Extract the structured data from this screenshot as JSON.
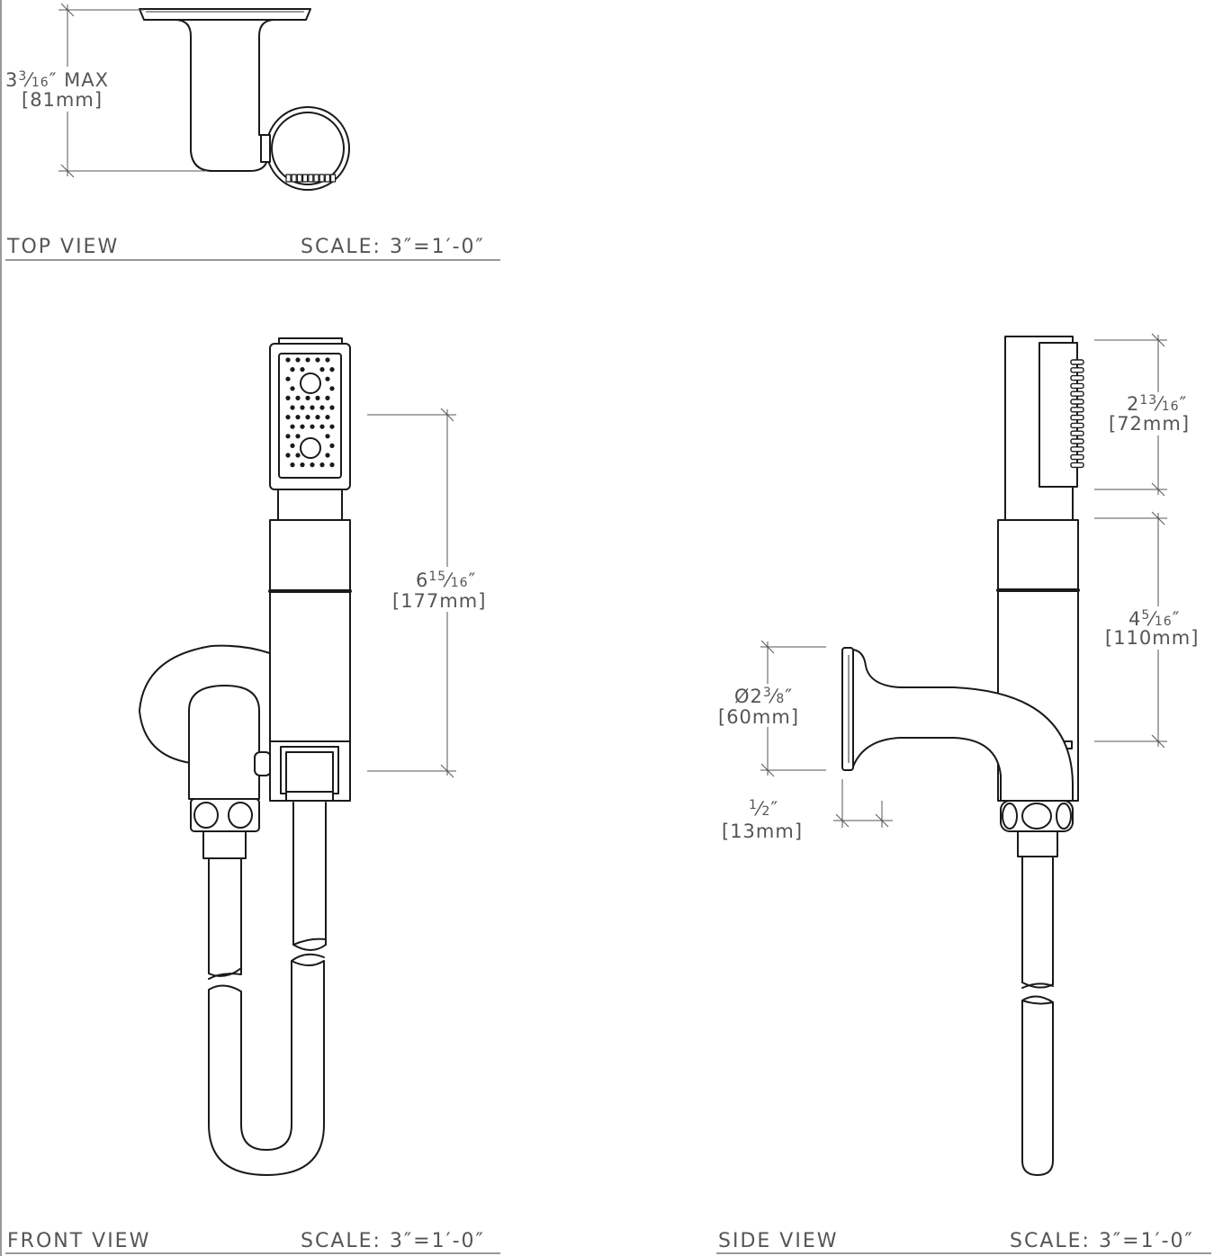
{
  "views": {
    "top": {
      "title": "TOP VIEW",
      "scale": "SCALE: 3″=1′-0″"
    },
    "front": {
      "title": "FRONT VIEW",
      "scale": "SCALE: 3″=1′-0″"
    },
    "side": {
      "title": "SIDE VIEW",
      "scale": "SCALE: 3″=1′-0″"
    }
  },
  "dimensions": {
    "top_depth": {
      "whole": "3",
      "num": "3",
      "den": "16",
      "suffix": "″ MAX",
      "metric": "[81mm]"
    },
    "front_length": {
      "whole": "6",
      "num": "15",
      "den": "16",
      "suffix": "″",
      "metric": "[177mm]"
    },
    "side_head": {
      "whole": "2",
      "num": "13",
      "den": "16",
      "suffix": "″",
      "metric": "[72mm]"
    },
    "side_handle": {
      "whole": "4",
      "num": "5",
      "den": "16",
      "suffix": "″",
      "metric": "[110mm]"
    },
    "side_flange_dia": {
      "whole": "Ø2",
      "num": "3",
      "den": "8",
      "suffix": "″",
      "metric": "[60mm]"
    },
    "side_flange_depth": {
      "whole": "",
      "num": "1",
      "den": "2",
      "suffix": "″",
      "metric": "[13mm]"
    }
  }
}
